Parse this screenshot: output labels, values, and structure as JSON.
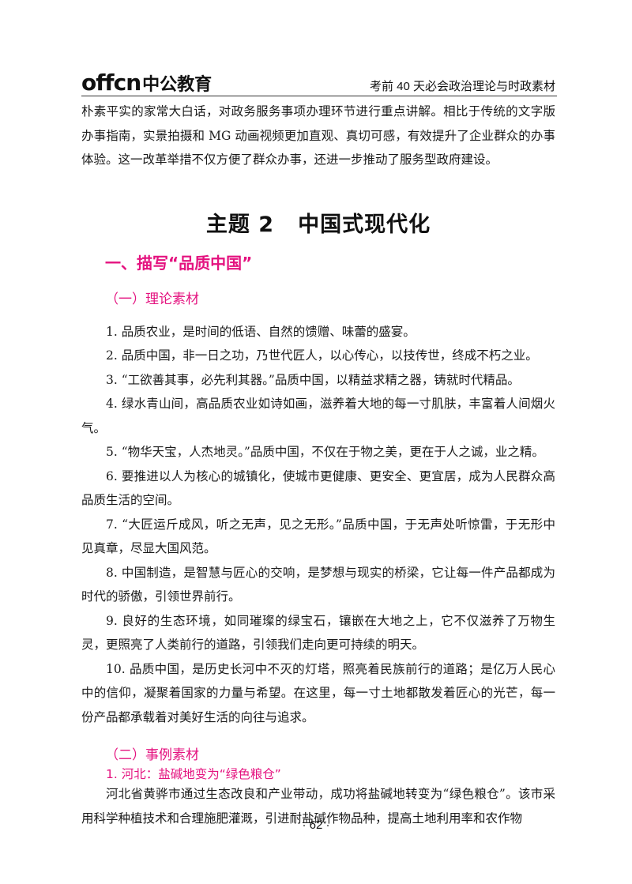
{
  "header": {
    "logo_en": "offcn",
    "logo_cn": "中公教育",
    "title": "考前 40 天必会政治理论与时政素材"
  },
  "intro_paragraph": "朴素平实的家常大白话，对政务服务事项办理环节进行重点讲解。相比于传统的文字版办事指南，实景拍摄和 MG 动画视频更加直观、真切可感，有效提升了企业群众的办事体验。这一改革举措不仅方便了群众办事，还进一步推动了服务型政府建设。",
  "theme": {
    "number": "主题 2",
    "name": "中国式现代化"
  },
  "section1": {
    "title": "一、描写“品质中国”",
    "subsection1": {
      "title": "（一）理论素材",
      "items": [
        "1. 品质农业，是时间的低语、自然的馈赠、味蕾的盛宴。",
        "2. 品质中国，非一日之功，乃世代匠人，以心传心，以技传世，终成不朽之业。",
        "3. “工欲善其事，必先利其器。”品质中国，以精益求精之器，铸就时代精品。",
        "4. 绿水青山间，高品质农业如诗如画，滋养着大地的每一寸肌肤，丰富着人间烟火气。",
        "5. “物华天宝，人杰地灵。”品质中国，不仅在于物之美，更在于人之诚，业之精。",
        "6. 要推进以人为核心的城镇化，使城市更健康、更安全、更宜居，成为人民群众高品质生活的空间。",
        "7. “大匠运斤成风，听之无声，见之无形。”品质中国，于无声处听惊雷，于无形中见真章，尽显大国风范。",
        "8. 中国制造，是智慧与匠心的交响，是梦想与现实的桥梁，它让每一件产品都成为时代的骄傲，引领世界前行。",
        "9. 良好的生态环境，如同璀璨的绿宝石，镶嵌在大地之上，它不仅滋养了万物生灵，更照亮了人类前行的道路，引领我们走向更可持续的明天。",
        "10. 品质中国，是历史长河中不灭的灯塔，照亮着民族前行的道路；是亿万人民心中的信仰，凝聚着国家的力量与希望。在这里，每一寸土地都散发着匠心的光芒，每一份产品都承载着对美好生活的向往与追求。"
      ]
    },
    "subsection2": {
      "title": "（二）事例素材",
      "case1": {
        "title": "1. 河北：盐碱地变为“绿色粮仓”",
        "text": "河北省黄骅市通过生态改良和产业带动，成功将盐碱地转变为“绿色粮仓”。该市采用科学种植技术和合理施肥灌溉，引进耐盐碱作物品种，提高土地利用率和农作物"
      }
    }
  },
  "footer": {
    "page_number": "· 62 ·"
  }
}
